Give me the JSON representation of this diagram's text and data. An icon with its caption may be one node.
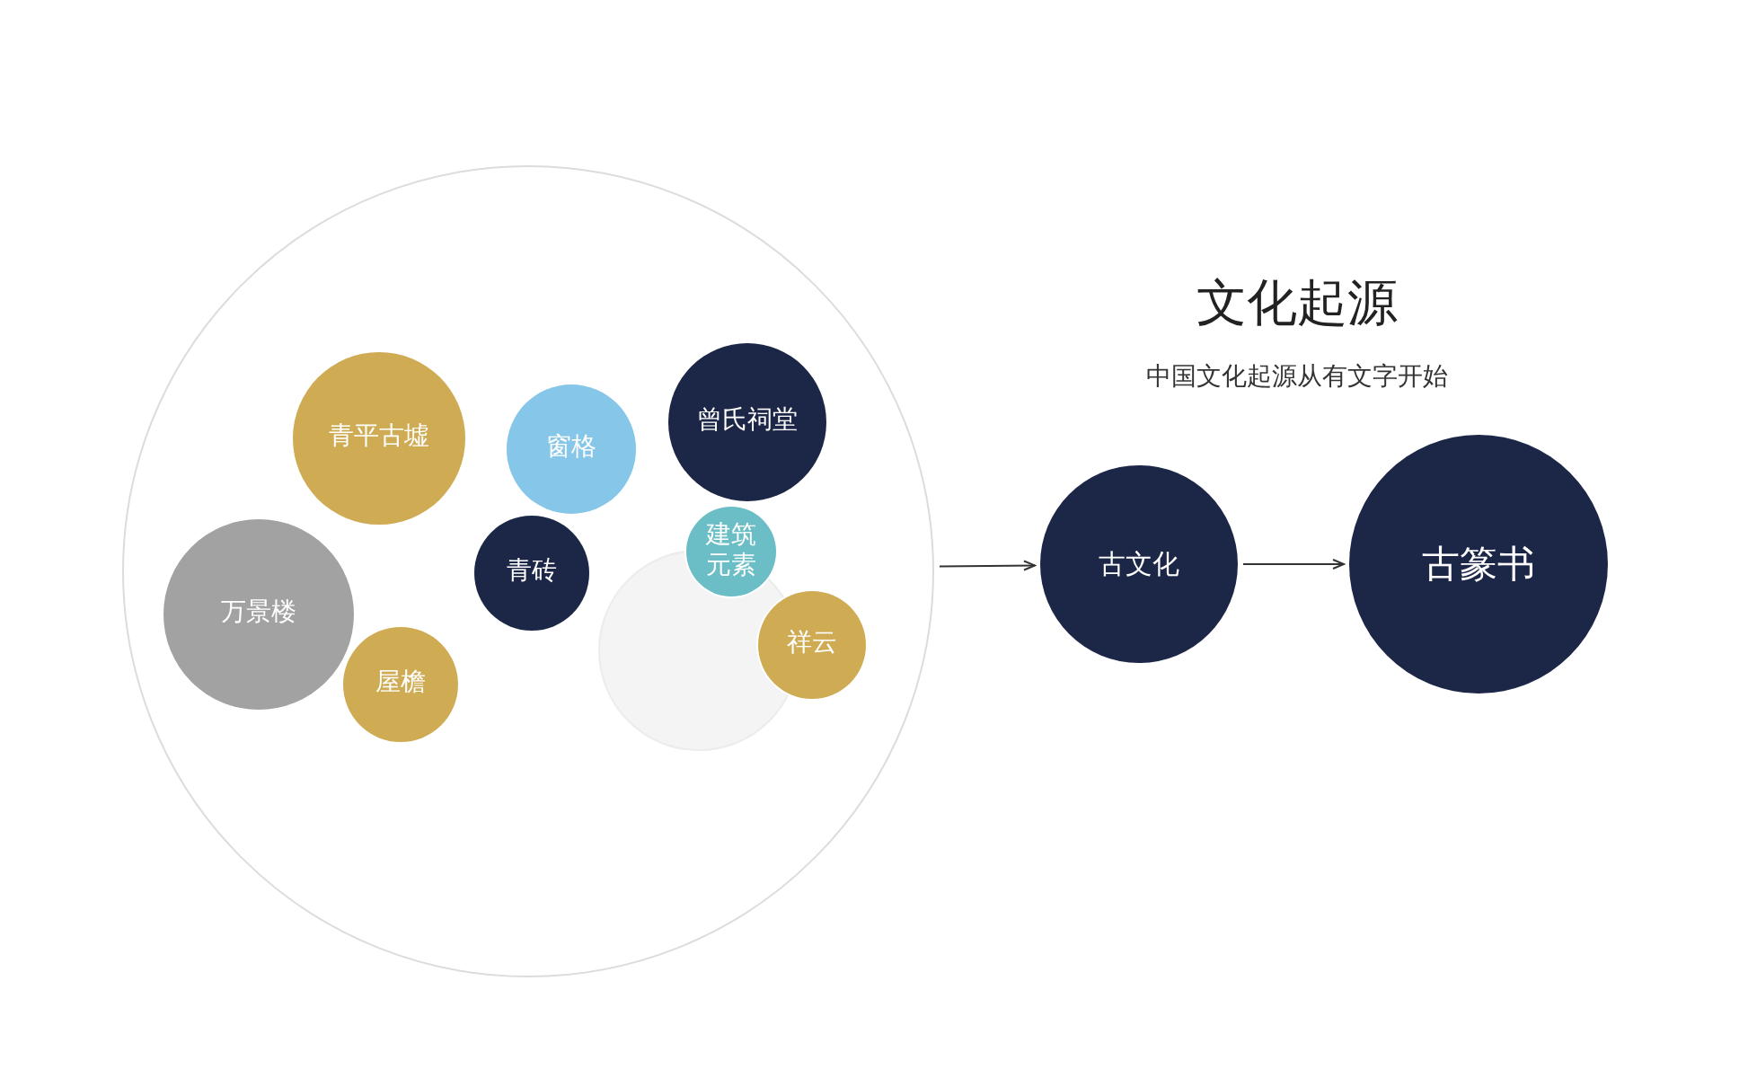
{
  "diagram": {
    "title": "文化起源",
    "nodes": [
      {
        "text": [],
        "shape": "circle"
      },
      {
        "text": [
          "青平古墟"
        ],
        "in": 0
      },
      {
        "text": [
          "窗格"
        ],
        "in": 0
      },
      {
        "text": [
          "曾氏祠堂"
        ],
        "in": 0
      },
      {
        "text": [
          "万景楼"
        ],
        "in": 0
      },
      {
        "text": [
          "青砖"
        ],
        "in": 0
      },
      {
        "text": [
          "建筑元素"
        ],
        "in": 0
      },
      {
        "text": [
          "祥云"
        ],
        "in": 0
      },
      {
        "text": [],
        "shape": "circle",
        "in": 0
      },
      {
        "text": [
          "屋檐"
        ],
        "in": 0
      },
      {
        "text": [
          "古文化"
        ]
      },
      {
        "text": [
          "古篆书"
        ]
      }
    ],
    "edges": [
      {
        "from": 0,
        "to": 10,
        "arrow": "to"
      },
      {
        "from": 10,
        "to": 11,
        "arrow": "to"
      }
    ],
    "labels": [
      "中国文化起源从有文字开始"
    ]
  }
}
